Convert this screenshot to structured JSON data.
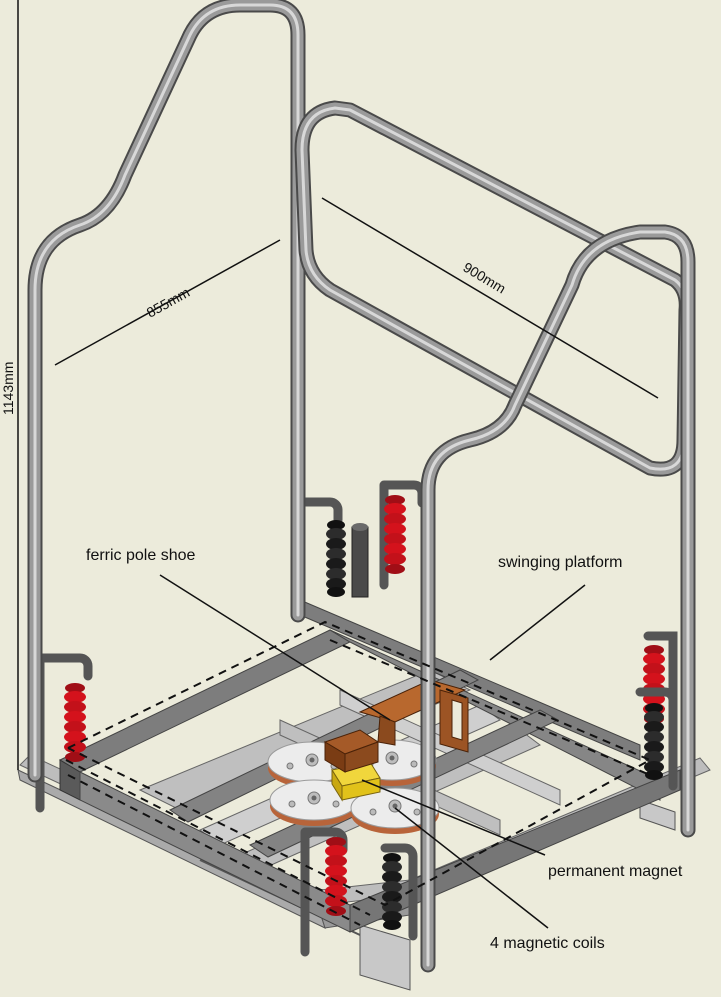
{
  "labels": {
    "height": "1143mm",
    "width": "855mm",
    "depth": "900mm",
    "pole_shoe": "ferric pole shoe",
    "platform": "swinging platform",
    "magnet": "permanent magnet",
    "coils": "4 magnetic coils"
  },
  "colors": {
    "background": "#ecebdb",
    "tube": "#8a8a8a",
    "tube_highlight": "#cfcfcf",
    "tube_dark": "#4a4a4a",
    "frame": "#7a7a7a",
    "profile": "#c9c9c9",
    "red_damper": "#d4121c",
    "black_damper": "#222222",
    "copper": "#b8643a",
    "wood": "#8b4a1e",
    "magnet": "#e1c21a",
    "coil_top": "#ececec"
  }
}
